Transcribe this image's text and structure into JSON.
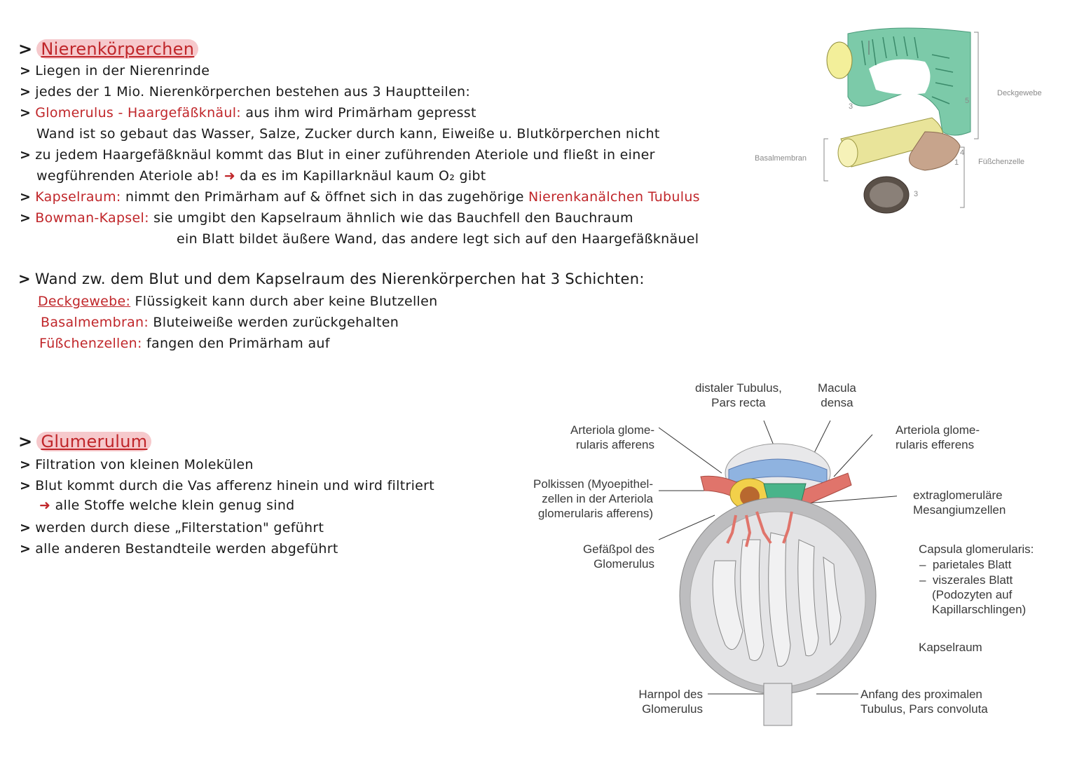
{
  "section1": {
    "heading": "Nierenkörperchen",
    "lines": [
      {
        "prefix": "",
        "text": "Liegen in der Nierenrinde"
      },
      {
        "prefix": "",
        "text": "jedes der 1 Mio. Nierenkörperchen bestehen aus 3 Hauptteilen:"
      },
      {
        "prefix": "Glomerulus - Haargefäßknäul:",
        "text": "aus ihm wird Primärham gepresst"
      },
      {
        "prefix": "",
        "text": "Wand ist so gebaut das Wasser, Salze, Zucker durch kann, Eiweiße u. Blutkörperchen nicht"
      },
      {
        "prefix": "",
        "text": "zu jedem Haargefäßknäul kommt das Blut in einer zuführenden Ateriole und fließt in einer"
      },
      {
        "prefix": "",
        "text": "wegführenden Ateriole ab!"
      },
      {
        "prefix": "",
        "text": "da es im Kapillarknäul kaum O₂ gibt"
      },
      {
        "prefix": "Kapselraum:",
        "text": "nimmt den Primärham auf & öffnet sich in das zugehörige",
        "suffix": "Nierenkanälchen Tubulus"
      },
      {
        "prefix": "Bowman-Kapsel:",
        "text": "sie umgibt den Kapselraum ähnlich wie das Bauchfell den Bauchraum"
      },
      {
        "prefix": "",
        "text": "ein Blatt bildet äußere Wand, das andere legt sich auf den Haargefäßknäuel"
      }
    ]
  },
  "section2": {
    "heading": "Wand zw. dem Blut und dem Kapselraum des Nierenkörperchen hat 3 Schichten:",
    "layers": [
      {
        "name": "Deckgewebe:",
        "text": "Flüssigkeit kann durch aber keine Blutzellen"
      },
      {
        "name": "Basalmembran:",
        "text": "Bluteiweiße werden zurückgehalten"
      },
      {
        "name": "Füßchenzellen:",
        "text": "fangen den Primärham auf"
      }
    ]
  },
  "section3": {
    "heading": "Glumerulum",
    "lines": [
      {
        "text": "Filtration von kleinen Molekülen"
      },
      {
        "text": "Blut kommt durch die Vas afferenz hinein und wird filtriert"
      },
      {
        "text": "alle Stoffe welche klein genug sind"
      },
      {
        "text": "werden durch diese „Filterstation\" geführt"
      },
      {
        "text": "alle anderen Bestandteile werden abgeführt"
      }
    ]
  },
  "figure1": {
    "labels": {
      "deckgewebe": "Deckgewebe",
      "basalmembran": "Basalmembran",
      "fusschenzelle": "Füßchenzelle"
    },
    "numbers": {
      "n1": "1",
      "n3a": "3",
      "n3b": "3",
      "n4": "4",
      "n5": "5"
    }
  },
  "figure2": {
    "labels": {
      "distaler": "distaler Tubulus,\nPars recta",
      "macula": "Macula\ndensa",
      "afferens": "Arteriola glome-\nrularis afferens",
      "efferens": "Arteriola glome-\nrularis efferens",
      "polkissen": "Polkissen (Myoepithel-\nzellen in der Arteriola\nglomerularis afferens)",
      "mesangium": "extraglomeruläre\nMesangiumzellen",
      "gefaesspol": "Gefäßpol des\nGlomerulus",
      "capsula_title": "Capsula glomerularis:",
      "capsula_1": "parietales Blatt",
      "capsula_2": "viszerales Blatt",
      "capsula_3": "(Podozyten auf\nKapillarschlingen)",
      "kapselraum": "Kapselraum",
      "harnpol": "Harnpol des\nGlomerulus",
      "anfang": "Anfang des proximalen\nTubulus, Pars convoluta"
    }
  },
  "colors": {
    "accent_red": "#c0262a",
    "highlight_pink": "#f6c9cc",
    "tissue_green": "#6fc6a4",
    "artery_red": "#e0746b",
    "tubule_blue": "#8fb3e0"
  }
}
